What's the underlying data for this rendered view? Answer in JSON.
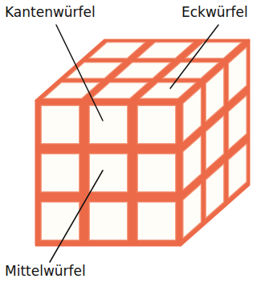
{
  "diagram": {
    "labels": [
      "Kantenwürfel",
      "Eckwürfel",
      "Mittelwürfel"
    ]
  }
}
